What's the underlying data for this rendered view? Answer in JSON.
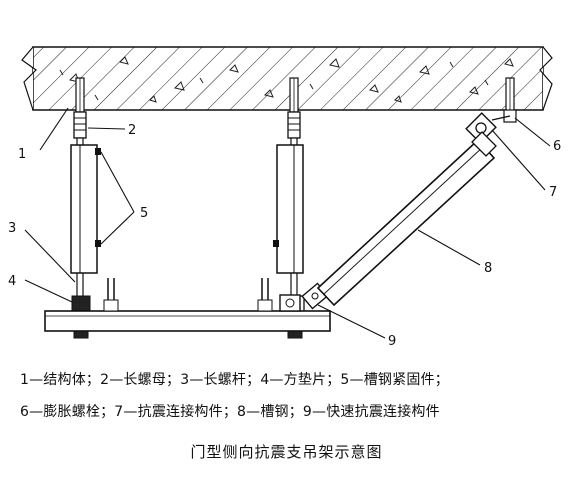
{
  "labels": [
    "1",
    "2",
    "3",
    "4",
    "5",
    "6",
    "7",
    "8",
    "9"
  ],
  "legend_line_1": "1—结构体；2—长螺母；3—长螺杆；4—方垫片；5—槽钢紧固件；",
  "legend_line_2": "6—膨胀螺栓；7—抗震连接构件；8—槽钢；9—快速抗震连接构件",
  "caption": "门型侧向抗震支吊架示意图",
  "colors": {
    "line": "#111111",
    "background": "#ffffff"
  }
}
